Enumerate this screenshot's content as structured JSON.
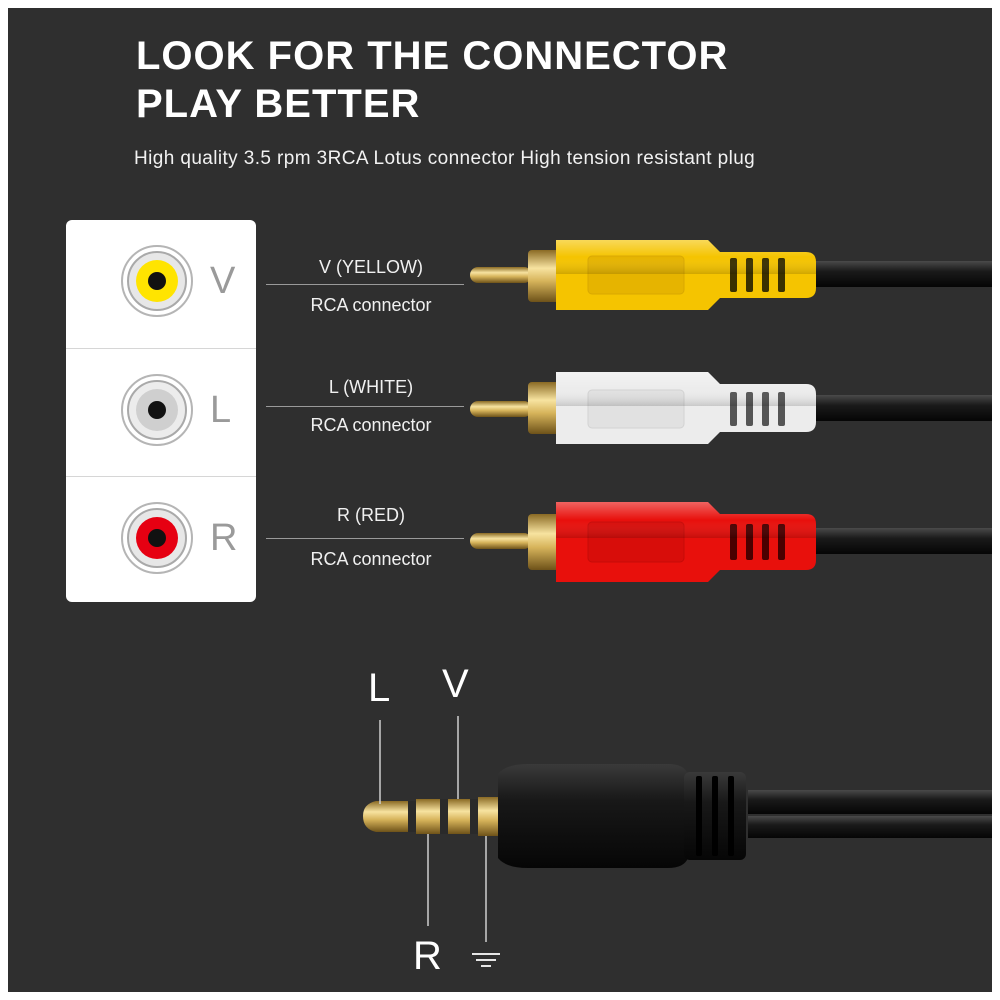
{
  "header": {
    "title_line1": "LOOK FOR THE CONNECTOR",
    "title_line2": "PLAY BETTER",
    "subtitle": "High quality 3.5 rpm 3RCA Lotus connector High tension resistant plug"
  },
  "legend": {
    "items": [
      {
        "letter": "V",
        "color": "#ffe400"
      },
      {
        "letter": "L",
        "color": "#d9d9d9"
      },
      {
        "letter": "R",
        "color": "#e60012"
      }
    ]
  },
  "connectors": [
    {
      "channel": "V (YELLOW)",
      "type": "RCA connector",
      "color": "#f5c400"
    },
    {
      "channel": "L (WHITE)",
      "type": "RCA connector",
      "color": "#ececec"
    },
    {
      "channel": "R (RED)",
      "type": "RCA connector",
      "color": "#e8100c"
    }
  ],
  "jack": {
    "top_labels": [
      "L",
      "V"
    ],
    "bottom_labels": [
      "R"
    ],
    "ground_icon": "ground-symbol-icon"
  }
}
